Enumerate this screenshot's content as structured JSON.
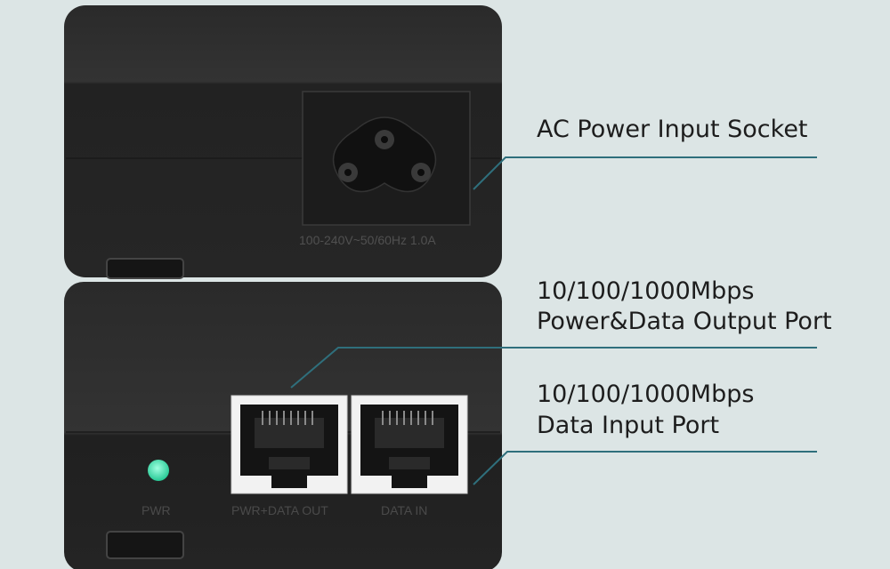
{
  "callouts": {
    "ac_socket": "AC Power Input Socket",
    "output_port": {
      "line1": "10/100/1000Mbps",
      "line2": "Power&Data Output Port"
    },
    "input_port": {
      "line1": "10/100/1000Mbps",
      "line2": "Data Input Port"
    }
  },
  "device": {
    "rating_text": "100-240V~50/60Hz 1.0A",
    "pwr_label": "PWR",
    "out_port_label": "PWR+DATA OUT",
    "in_port_label": "DATA IN"
  },
  "colors": {
    "background": "#dce5e5",
    "device_body": "#2b2b2b",
    "leader_line": "#2f6f7c",
    "led": "#3ee0b0"
  }
}
